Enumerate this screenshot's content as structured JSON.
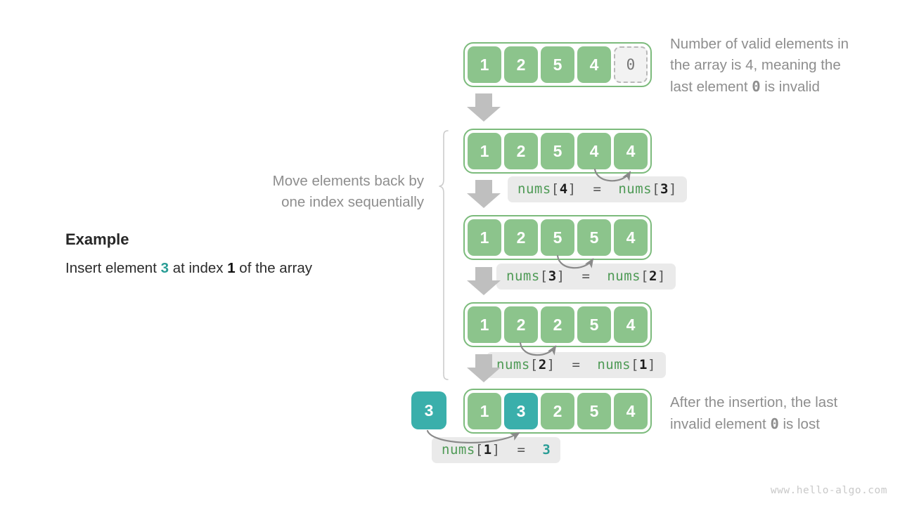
{
  "meta": {
    "watermark": "www.hello-algo.com",
    "accent_green": "#8cc48c",
    "accent_green_border": "#7cbb7c",
    "accent_teal": "#3aafab",
    "note_gray": "#8e8e8e",
    "code_bg": "#eaeaea"
  },
  "example": {
    "title": "Example",
    "desc_part1": "Insert element ",
    "desc_value": "3",
    "desc_part2": " at index ",
    "desc_index": "1",
    "desc_part3": " of the array"
  },
  "notes": {
    "top_right_line1": "Number of valid elements in",
    "top_right_line2_a": "the array is 4, meaning the",
    "top_right_line3_a": "last element ",
    "top_right_zero": "0",
    "top_right_line3_b": " is invalid",
    "left_brace_line1": "Move elements back by",
    "left_brace_line2": "one index sequentially",
    "bottom_right_line1": "After the insertion, the last",
    "bottom_right_line2_a": "invalid element ",
    "bottom_right_zero": "0",
    "bottom_right_line2_b": " is lost"
  },
  "rows": [
    {
      "id": "row-initial",
      "cells": [
        {
          "value": "1",
          "style": "green"
        },
        {
          "value": "2",
          "style": "green"
        },
        {
          "value": "5",
          "style": "green"
        },
        {
          "value": "4",
          "style": "green"
        },
        {
          "value": "0",
          "style": "invalid"
        }
      ]
    },
    {
      "id": "row-step-1",
      "cells": [
        {
          "value": "1",
          "style": "green"
        },
        {
          "value": "2",
          "style": "green"
        },
        {
          "value": "5",
          "style": "green"
        },
        {
          "value": "4",
          "style": "green"
        },
        {
          "value": "4",
          "style": "green"
        }
      ]
    },
    {
      "id": "row-step-2",
      "cells": [
        {
          "value": "1",
          "style": "green"
        },
        {
          "value": "2",
          "style": "green"
        },
        {
          "value": "5",
          "style": "green"
        },
        {
          "value": "5",
          "style": "green"
        },
        {
          "value": "4",
          "style": "green"
        }
      ]
    },
    {
      "id": "row-step-3",
      "cells": [
        {
          "value": "1",
          "style": "green"
        },
        {
          "value": "2",
          "style": "green"
        },
        {
          "value": "2",
          "style": "green"
        },
        {
          "value": "5",
          "style": "green"
        },
        {
          "value": "4",
          "style": "green"
        }
      ]
    },
    {
      "id": "row-final",
      "cells": [
        {
          "value": "1",
          "style": "green"
        },
        {
          "value": "3",
          "style": "teal"
        },
        {
          "value": "2",
          "style": "green"
        },
        {
          "value": "5",
          "style": "green"
        },
        {
          "value": "4",
          "style": "green"
        }
      ]
    }
  ],
  "insert_cell": {
    "value": "3"
  },
  "code_labels": [
    {
      "id": "code-1",
      "lhs_name": "nums",
      "lhs_index": "4",
      "op": "=",
      "rhs_name": "nums",
      "rhs_index": "3",
      "rhs_kind": "array"
    },
    {
      "id": "code-2",
      "lhs_name": "nums",
      "lhs_index": "3",
      "op": "=",
      "rhs_name": "nums",
      "rhs_index": "2",
      "rhs_kind": "array"
    },
    {
      "id": "code-3",
      "lhs_name": "nums",
      "lhs_index": "2",
      "op": "=",
      "rhs_name": "nums",
      "rhs_index": "1",
      "rhs_kind": "array"
    },
    {
      "id": "code-4",
      "lhs_name": "nums",
      "lhs_index": "1",
      "op": "=",
      "rhs_literal": "3",
      "rhs_kind": "literal"
    }
  ]
}
